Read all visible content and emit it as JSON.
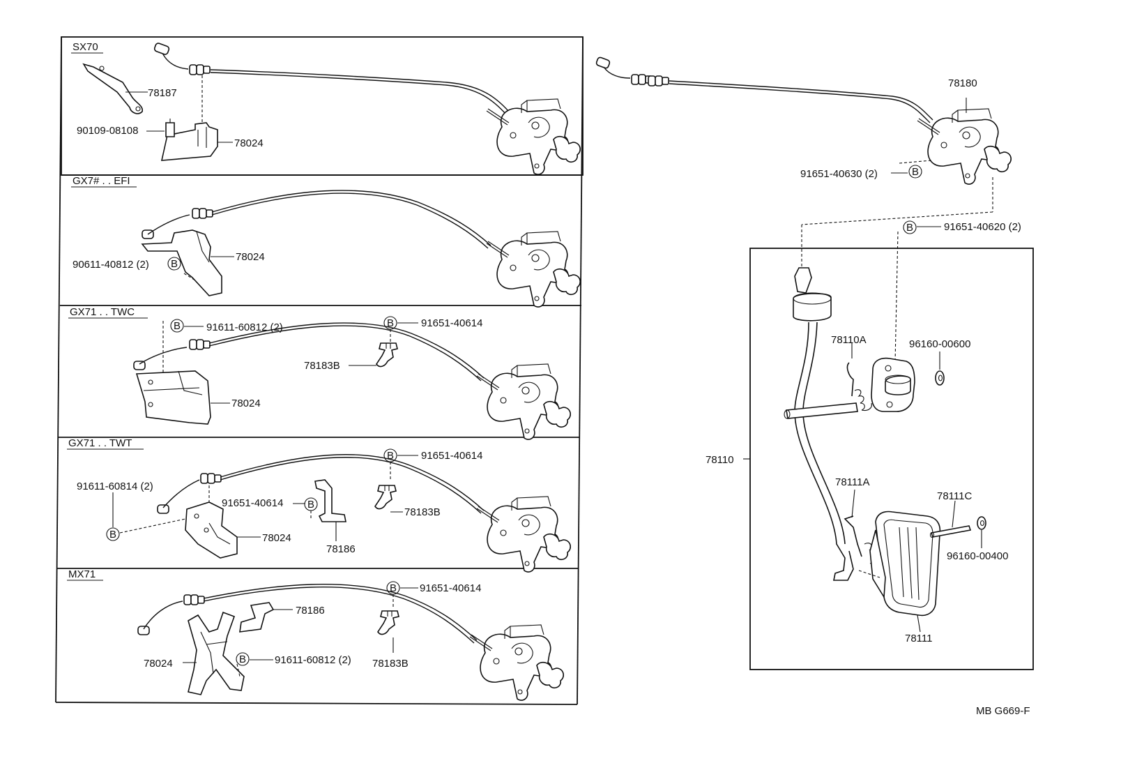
{
  "panels": {
    "sx70": {
      "title": "SX70",
      "labels": {
        "p78187": "78187",
        "p90109": "90109-08108",
        "p78024": "78024"
      }
    },
    "gx7efi": {
      "title": "GX7# . . EFI",
      "labels": {
        "p90611": "90611-40812 (2)",
        "p78024": "78024"
      }
    },
    "gx71twc": {
      "title": "GX71 . . TWC",
      "labels": {
        "p91611": "91611-60812 (2)",
        "p91651": "91651-40614",
        "p78183b": "78183B",
        "p78024": "78024"
      }
    },
    "gx71twt": {
      "title": "GX71 . . TWT",
      "labels": {
        "p91611": "91611-60814 (2)",
        "p91651a": "91651-40614",
        "p91651b": "91651-40614",
        "p78183b": "78183B",
        "p78186": "78186",
        "p78024": "78024"
      }
    },
    "mx71": {
      "title": "MX71",
      "labels": {
        "p91651": "91651-40614",
        "p78186": "78186",
        "p78183b": "78183B",
        "p78024": "78024",
        "p91611": "91611-60812 (2)"
      }
    }
  },
  "main": {
    "labels": {
      "p78180": "78180",
      "p91651_40630": "91651-40630 (2)",
      "p91651_40620": "91651-40620 (2)",
      "p78110a": "78110A",
      "p96160_00600": "96160-00600",
      "p78110": "78110",
      "p78111a": "78111A",
      "p78111c": "78111C",
      "p96160_00400": "96160-00400",
      "p78111": "78111"
    }
  },
  "bolt_marker": "B",
  "diagram_code": "MB G669-F"
}
